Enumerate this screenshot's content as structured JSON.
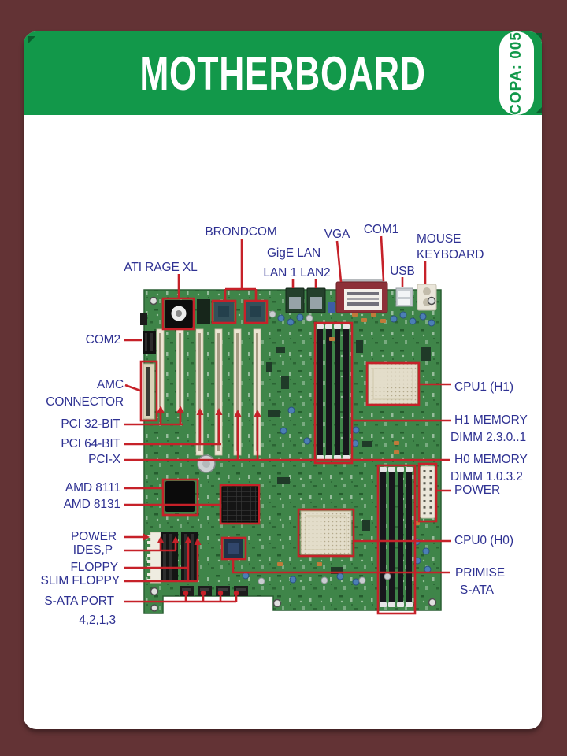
{
  "header": {
    "title": "MOTHERBOARD",
    "badge": "COPA: 005"
  },
  "labels": {
    "brondcom": "BRONDCOM",
    "gige_lan": "GigE LAN",
    "lan1_lan2": "LAN 1 LAN2",
    "vga": "VGA",
    "com1": "COM1",
    "mouse": "MOUSE",
    "keyboard": "KEYBOARD",
    "usb": "USB",
    "ati_rage_xl": "ATI RAGE XL",
    "com2": "COM2",
    "amc_line1": "AMC",
    "amc_line2": "CONNECTOR",
    "pci_32bit": "PCI 32-BIT",
    "pci_64bit": "PCI 64-BIT",
    "pci_x": "PCI-X",
    "amd_8111": "AMD 8111",
    "amd_8131": "AMD 8131",
    "power_left": "POWER",
    "ides_p": "IDES,P",
    "floppy": "FLOPPY",
    "slim_floppy": "SLIM FLOPPY",
    "sata_port_line1": "S-ATA PORT",
    "sata_port_line2": "4,2,1,3",
    "cpu1": "CPU1 (H1)",
    "h1_memory_line1": "H1 MEMORY",
    "h1_memory_line2": "DIMM 2.3.0..1",
    "h0_memory_line1": "H0 MEMORY",
    "h0_memory_line2": "DIMM 1.0.3.2",
    "power_right": "POWER",
    "cpu0": "CPU0 (H0)",
    "primise_line1": "PRIMISE",
    "primise_line2": "S-ATA"
  },
  "colors": {
    "frame_maroon": "#633335",
    "banner_green": "#12984a",
    "label_navy": "#2e3192",
    "callout_red": "#c62129"
  }
}
